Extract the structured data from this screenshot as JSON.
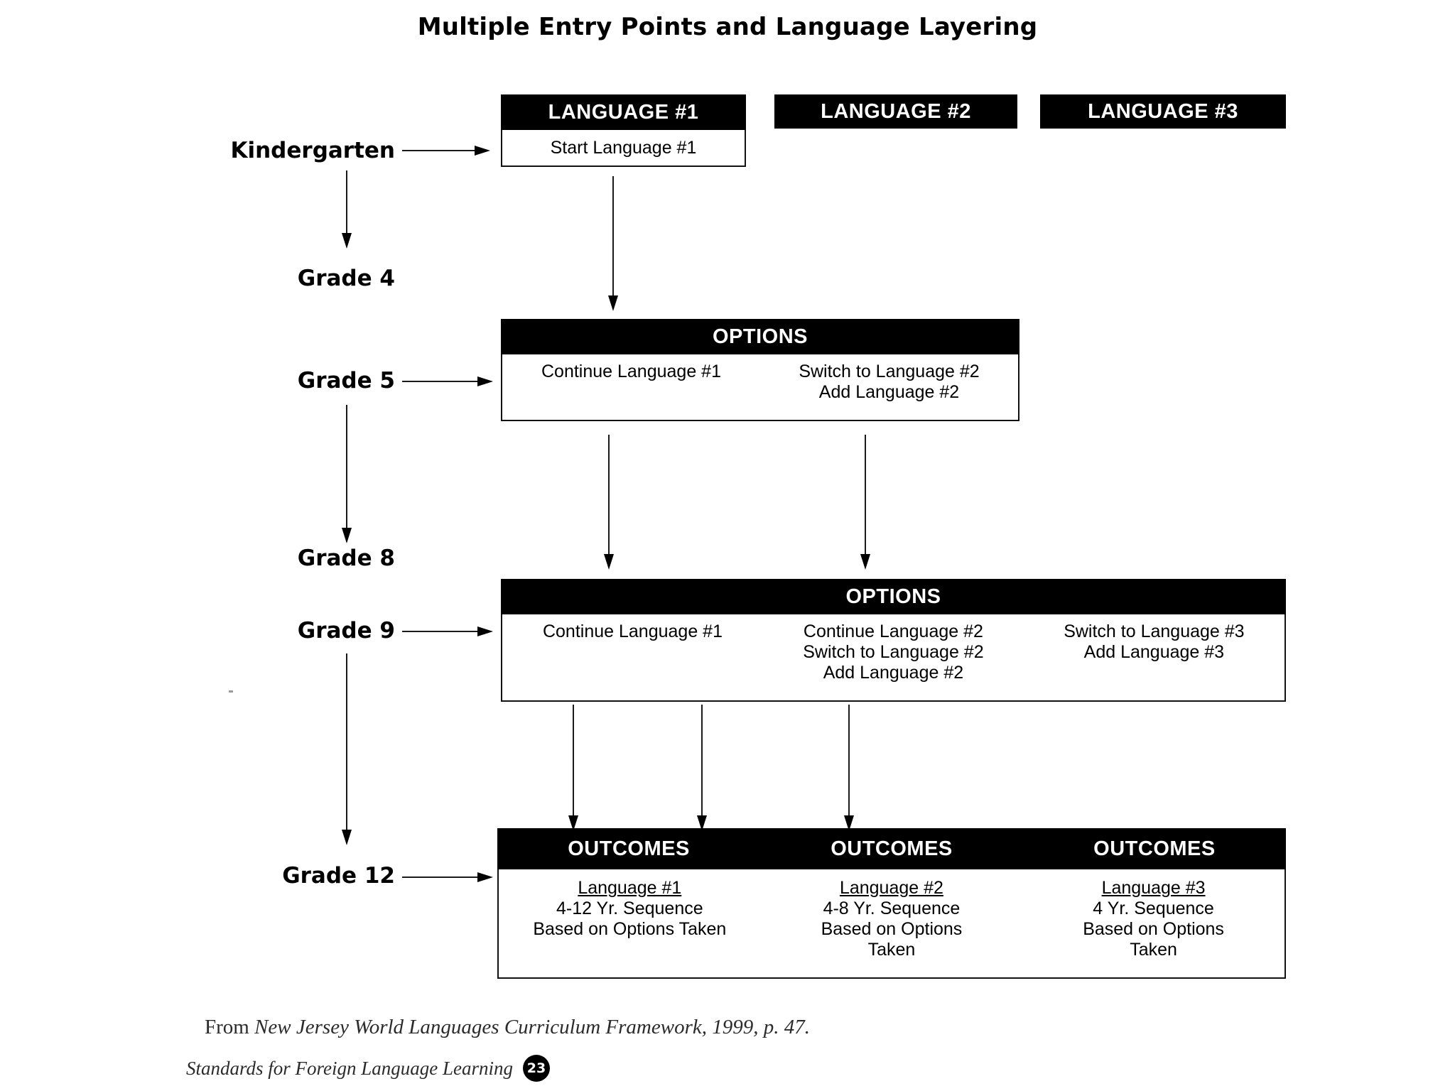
{
  "title": "Multiple Entry Points and Language Layering",
  "colors": {
    "bar_bg": "#000000",
    "bar_text": "#ffffff",
    "page_bg": "#ffffff",
    "line": "#1a1a1a"
  },
  "language_headers": [
    {
      "label": "LANGUAGE #1"
    },
    {
      "label": "LANGUAGE #2"
    },
    {
      "label": "LANGUAGE #3"
    }
  ],
  "entry_box": {
    "header": "LANGUAGE #1",
    "body": "Start Language #1"
  },
  "grade_labels": [
    {
      "id": "kindergarten",
      "label": "Kindergarten"
    },
    {
      "id": "grade-4",
      "label": "Grade 4"
    },
    {
      "id": "grade-5",
      "label": "Grade 5"
    },
    {
      "id": "grade-8",
      "label": "Grade 8"
    },
    {
      "id": "grade-9",
      "label": "Grade 9"
    },
    {
      "id": "grade-12",
      "label": "Grade 12"
    }
  ],
  "options_grade5": {
    "header": "OPTIONS",
    "columns": [
      {
        "lines": [
          "Continue Language #1"
        ]
      },
      {
        "lines": [
          "Switch to Language #2",
          "Add Language #2"
        ]
      }
    ]
  },
  "options_grade9": {
    "header": "OPTIONS",
    "columns": [
      {
        "lines": [
          "Continue Language #1"
        ]
      },
      {
        "lines": [
          "Continue Language #2",
          "Switch to Language #2",
          "Add Language #2"
        ]
      },
      {
        "lines": [
          "Switch to Language #3",
          "Add Language #3"
        ]
      }
    ]
  },
  "outcomes": {
    "headers": [
      "OUTCOMES",
      "OUTCOMES",
      "OUTCOMES"
    ],
    "columns": [
      {
        "title": "Language #1",
        "lines": [
          "4-12 Yr. Sequence",
          "Based on Options Taken"
        ]
      },
      {
        "title": "Language #2",
        "lines": [
          "4-8 Yr. Sequence",
          "Based on Options",
          "Taken"
        ]
      },
      {
        "title": "Language #3",
        "lines": [
          "4 Yr. Sequence",
          "Based on Options",
          "Taken"
        ]
      }
    ]
  },
  "footer": {
    "source_prefix": "From ",
    "source_italic": "New Jersey World Languages Curriculum Framework, 1999, p. 47.",
    "running_title": "Standards for Foreign Language Learning",
    "page_number": "23"
  }
}
